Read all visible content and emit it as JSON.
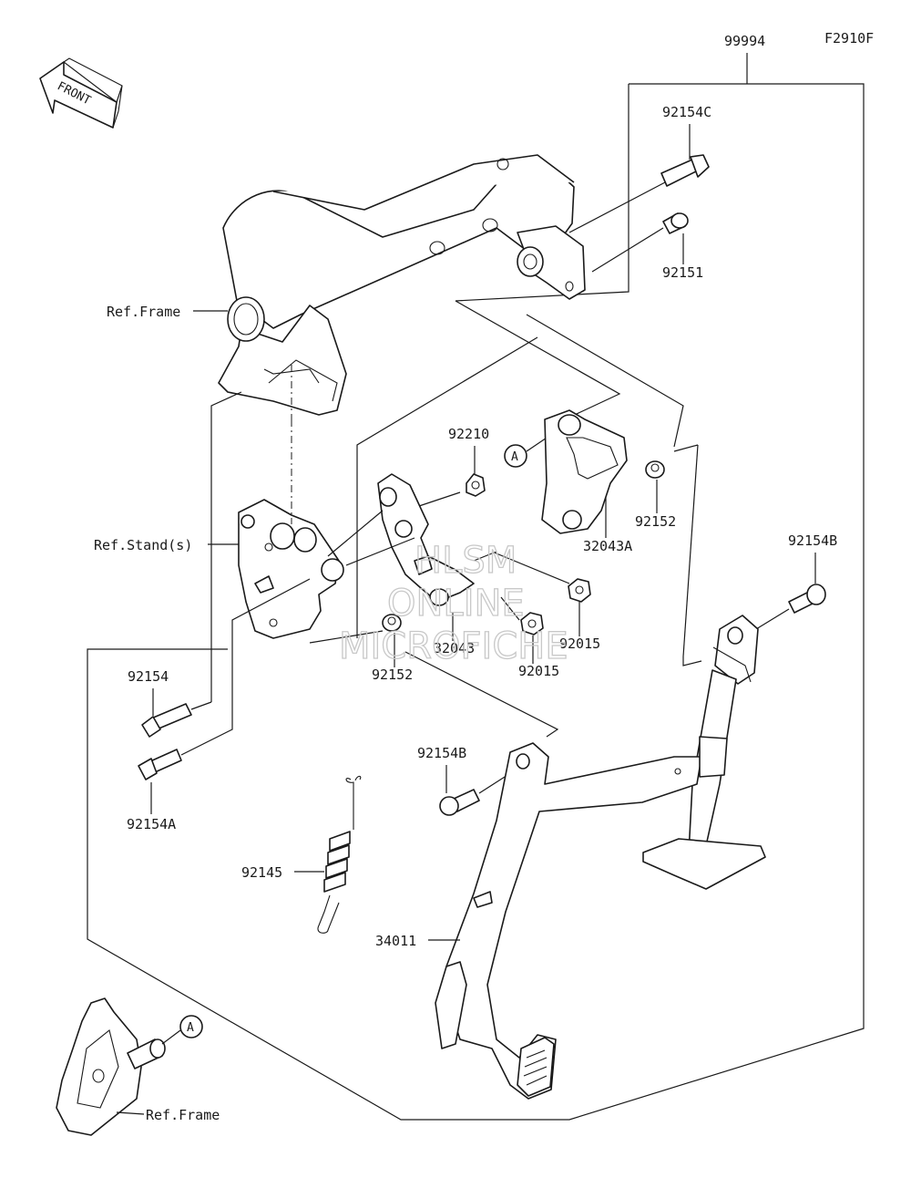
{
  "diagram": {
    "figure_code": "F2910F",
    "front_label": "FRONT",
    "labels": {
      "assembly": "99994",
      "bolt_c": "92154C",
      "bolt_92151": "92151",
      "ref_frame_top": "Ref.Frame",
      "collar_92210": "92210",
      "circle_a_upper": "A",
      "collar_92152_right": "92152",
      "bracket_32043a": "32043A",
      "ref_stands": "Ref.Stand(s)",
      "bolt_b_right": "92154B",
      "bracket_32043": "32043",
      "nut_92015_right": "92015",
      "collar_92152_left": "92152",
      "nut_92015_left": "92015",
      "bolt_92154": "92154",
      "bolt_92154a": "92154A",
      "bolt_b_mid": "92154B",
      "spring_92145": "92145",
      "stand_34011": "34011",
      "circle_a_lower": "A",
      "ref_frame_bottom": "Ref.Frame"
    },
    "watermark": [
      "HLSM",
      "ONLINE",
      "MICROFICHE"
    ]
  }
}
